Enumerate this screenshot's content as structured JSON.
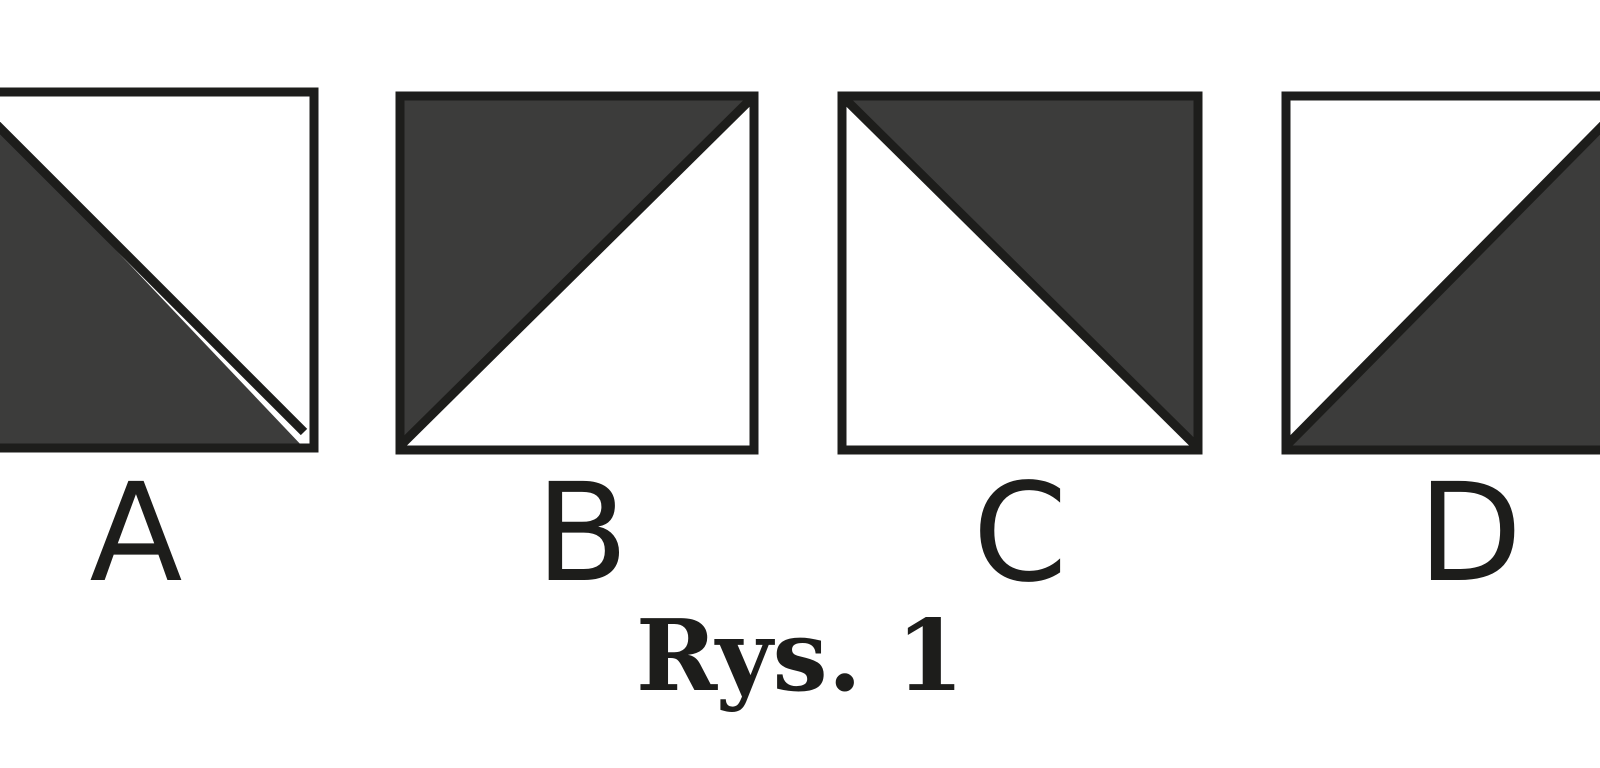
{
  "colors": {
    "stroke": "#1d1d1b",
    "fill_dark": "#3c3c3b",
    "fill_light": "#ffffff"
  },
  "tiles": [
    {
      "label": "A",
      "shaded_half": "bottom-left"
    },
    {
      "label": "B",
      "shaded_half": "top-left"
    },
    {
      "label": "C",
      "shaded_half": "top-right"
    },
    {
      "label": "D",
      "shaded_half": "bottom-right"
    }
  ],
  "caption": "Rys. 1"
}
